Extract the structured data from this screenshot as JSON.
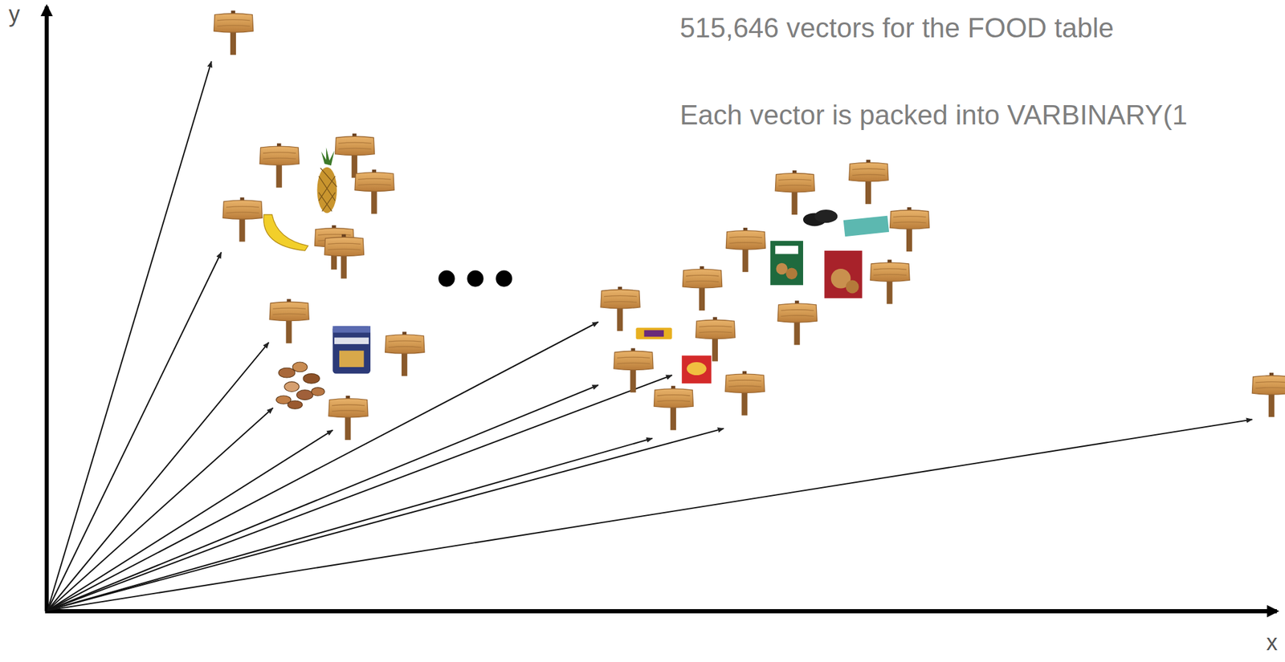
{
  "diagram": {
    "labels": [
      "515,646 vectors for the FOOD table",
      "Each vector is packed into VARBINARY(1",
      "y",
      "x"
    ]
  }
}
